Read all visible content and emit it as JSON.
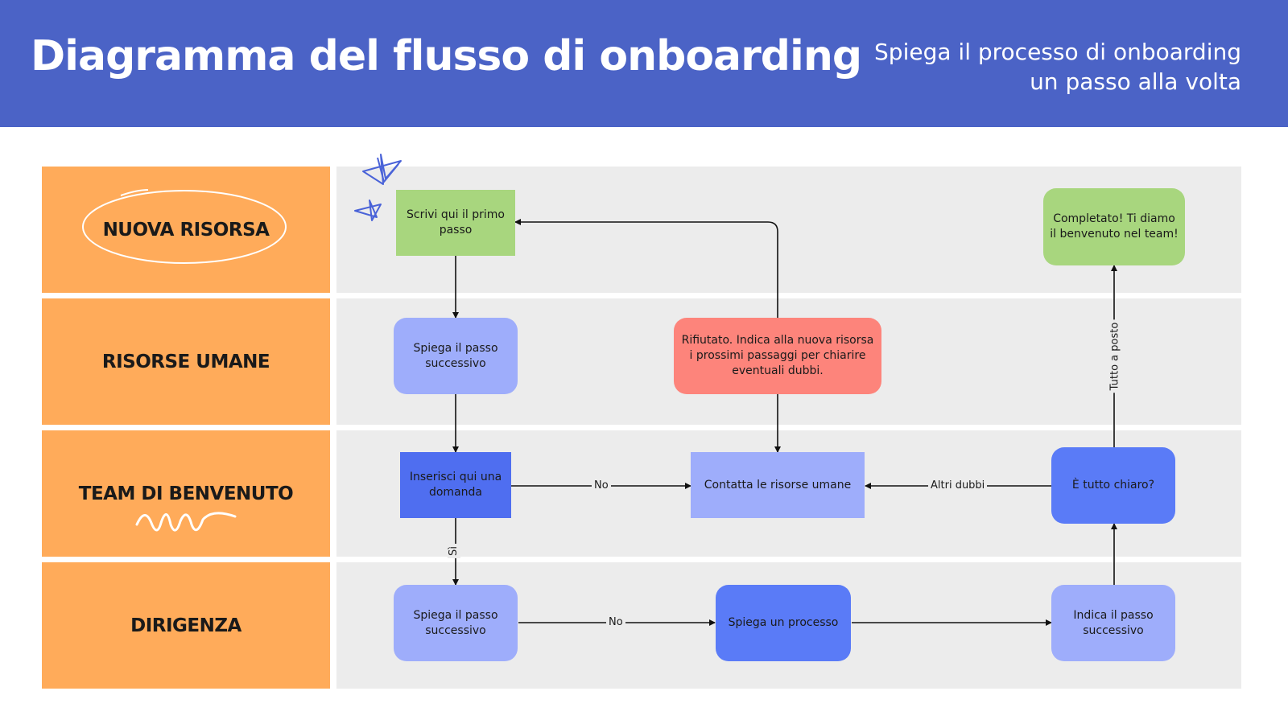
{
  "header": {
    "title": "Diagramma del flusso di onboarding",
    "subtitle_line1": "Spiega il processo di onboarding",
    "subtitle_line2": "un passo alla volta"
  },
  "lanes": [
    {
      "label": "NUOVA RISORSA"
    },
    {
      "label": "RISORSE UMANE"
    },
    {
      "label": "TEAM DI BENVENUTO"
    },
    {
      "label": "DIRIGENZA"
    }
  ],
  "nodes": {
    "first_step": "Scrivi qui il primo passo",
    "completed": "Completato! Ti diamo il benvenuto nel team!",
    "hr_next_step": "Spiega il passo successivo",
    "rejected": "Rifiutato. Indica alla nuova risorsa i prossimi passaggi per chiarire eventuali dubbi.",
    "question": "Inserisci qui una domanda",
    "contact_hr": "Contatta le risorse umane",
    "all_clear": "È tutto chiaro?",
    "mgmt_next_step": "Spiega il passo successivo",
    "explain_process": "Spiega un processo",
    "indicate_next_step": "Indica il passo successivo"
  },
  "edge_labels": {
    "question_no": "No",
    "question_yes": "Sì",
    "other_doubts": "Altri dubbi",
    "all_good": "Tutto a posto",
    "mgmt_no": "No"
  },
  "colors": {
    "header": "#4b63c6",
    "lane_label": "#ffab5a",
    "lane_background": "#ececec",
    "green_node": "#a8d67e",
    "lavender_node": "#9eadfb",
    "blue_node": "#5a7bf7",
    "red_node": "#fd847b"
  },
  "decorations": [
    "star-doodle",
    "circle-scribble",
    "wave-scribble"
  ]
}
